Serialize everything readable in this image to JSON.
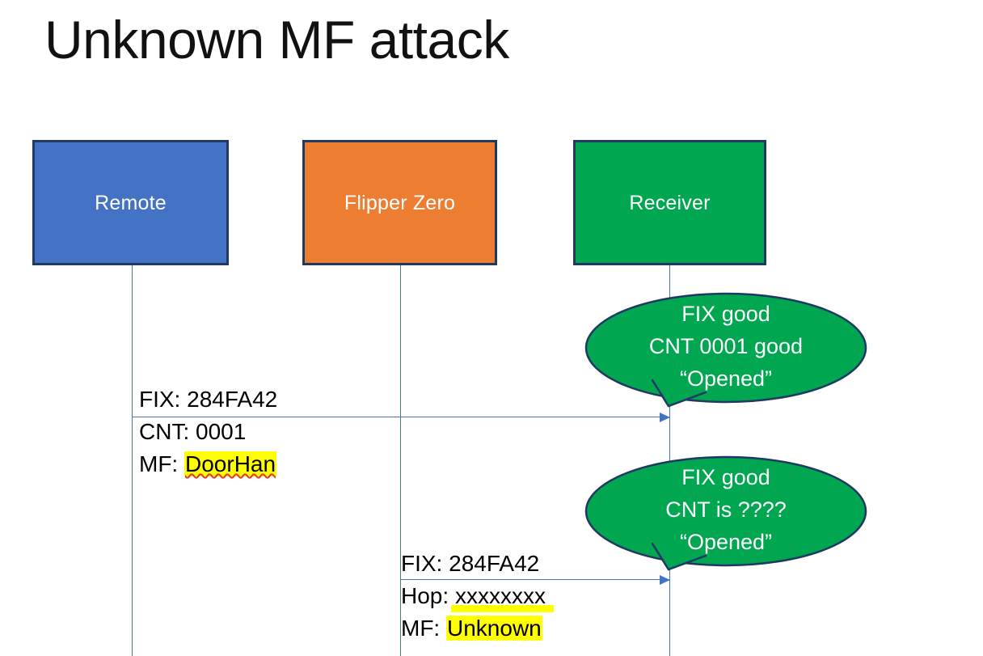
{
  "slide": {
    "title": "Unknown MF attack",
    "background": "#FFFFFF"
  },
  "colors": {
    "remote_fill": "#4472C4",
    "flipper_fill": "#ED7D31",
    "receiver_fill": "#00A650",
    "box_border": "#1F3864",
    "lifeline": "#4472C4",
    "arrow": "#4472C4",
    "callout_fill": "#00A650",
    "callout_border": "#1F3864",
    "highlight": "#FFFF00",
    "spellcheck": "#E8342A",
    "text_light": "#FFFFFF",
    "text_dark": "#000000"
  },
  "actors": [
    {
      "id": "remote",
      "label": "Remote"
    },
    {
      "id": "flipper",
      "label": "Flipper Zero"
    },
    {
      "id": "receiver",
      "label": "Receiver"
    }
  ],
  "messages": [
    {
      "id": "remote-to-receiver",
      "from": "remote",
      "to": "receiver",
      "lines": [
        {
          "label": "FIX: ",
          "value": "284FA42",
          "highlight": false,
          "spellcheck": false
        },
        {
          "label": "CNT: ",
          "value": "0001",
          "highlight": false,
          "spellcheck": false
        },
        {
          "label": "MF: ",
          "value": "DoorHan",
          "highlight": true,
          "spellcheck": true
        }
      ]
    },
    {
      "id": "flipper-to-receiver",
      "from": "flipper",
      "to": "receiver",
      "lines": [
        {
          "label": "FIX: ",
          "value": "284FA42",
          "highlight": false,
          "spellcheck": false
        },
        {
          "label": "Hop: ",
          "value": "xxxxxxxx",
          "highlight": false,
          "spellcheck": true
        },
        {
          "label": "MF: ",
          "value": "Unknown",
          "highlight": true,
          "spellcheck": false
        }
      ]
    }
  ],
  "callouts": [
    {
      "id": "callout-first",
      "lines": [
        "FIX good",
        "CNT 0001 good",
        "“Opened”"
      ]
    },
    {
      "id": "callout-second",
      "lines": [
        "FIX good",
        "CNT is ????",
        "“Opened”"
      ]
    }
  ]
}
